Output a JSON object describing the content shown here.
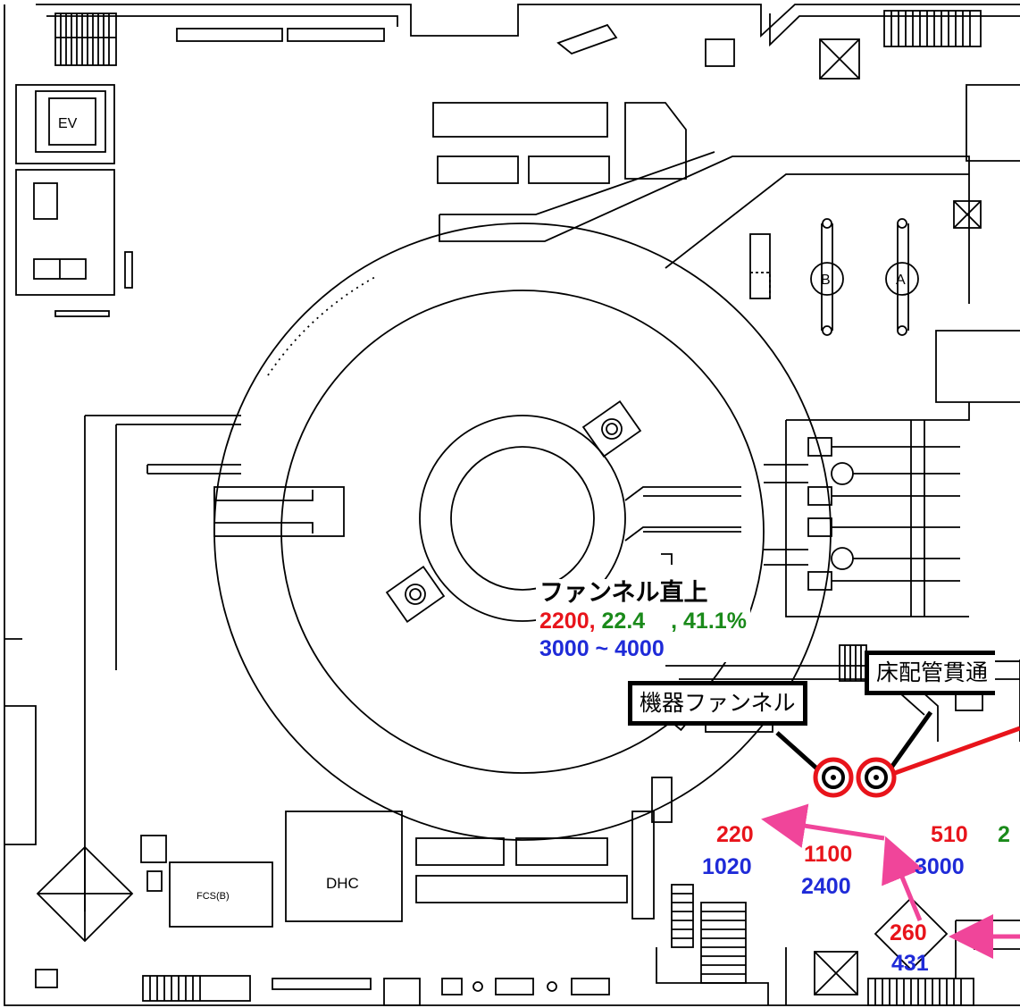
{
  "colors": {
    "line": "#000000",
    "red": "#e8141b",
    "green": "#1a8a1a",
    "blue": "#1f2bd8",
    "pink": "#f0459a"
  },
  "rooms": {
    "ev": "EV",
    "fcs": "FCS(B)",
    "dhc": "DHC",
    "valve_b": "B",
    "valve_a": "A"
  },
  "callouts": {
    "funnel_top": {
      "title": "ファンネル直上",
      "v1": "2200,",
      "v2": "22.4",
      "v3": ", 41.1%",
      "range": "3000 ~ 4000"
    },
    "equipment_funnel": "機器ファンネル",
    "floor_penetration": "床配管貫通"
  },
  "readings": [
    {
      "id": "r220",
      "red": "220",
      "blue": "1020"
    },
    {
      "id": "r1100",
      "red": "1100",
      "blue": "2400"
    },
    {
      "id": "r510",
      "red": "510",
      "blue": "3000"
    },
    {
      "id": "r260",
      "red": "260",
      "blue": "431"
    }
  ],
  "edge_green": "2"
}
